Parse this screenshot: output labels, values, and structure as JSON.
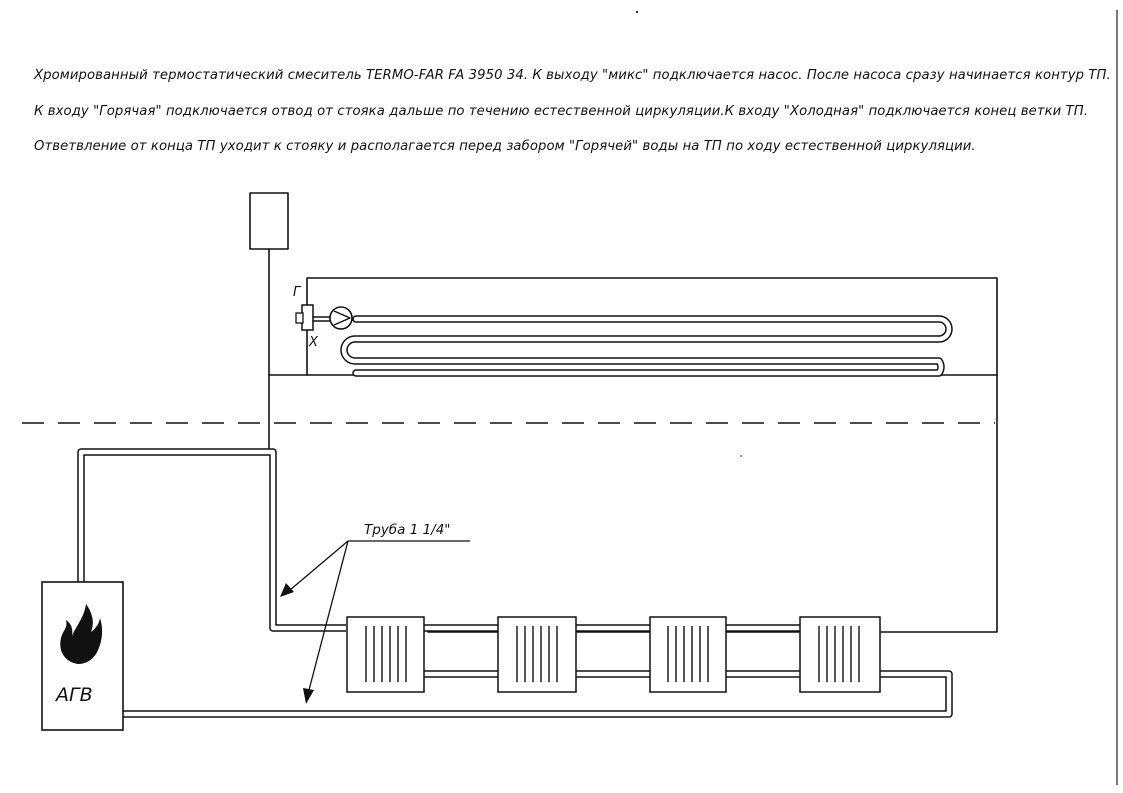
{
  "notes": [
    "Хромированный термостатический смеситель TERMO-FAR FA 3950 34. К выходу \"микс\" подключается насос. После насоса сразу начинается контур ТП.",
    "К входу \"Горячая\" подключается отвод от стояка дальше по течению естественной циркуляции.К входу \"Холодная\" подключается конец ветки ТП.",
    "Ответвление от конца ТП уходит к стояку и располагается перед забором \"Горячей\" воды на ТП по ходу естественной циркуляции."
  ],
  "labels": {
    "hot_inlet": "Г",
    "cold_inlet": "Х",
    "pipe_callout": "Труба 1 1/4\"",
    "boiler": "АГВ"
  },
  "icons": {
    "boiler_flame": "flame-icon",
    "pump": "pump-icon",
    "mixer": "thermostatic-mixer-icon",
    "radiator": "radiator-icon"
  },
  "colors": {
    "ink": "#111111",
    "paper": "#ffffff"
  }
}
